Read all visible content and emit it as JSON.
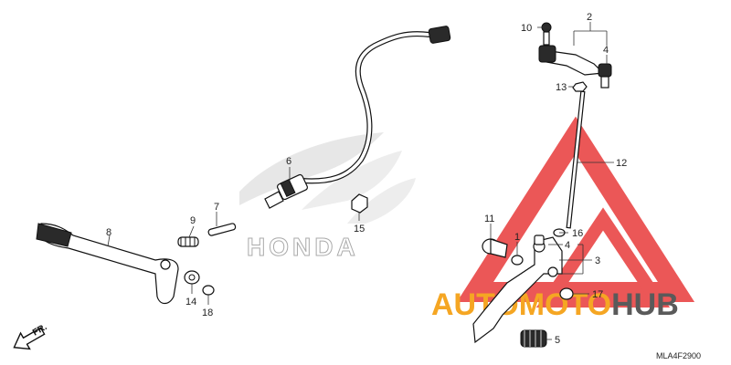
{
  "diagram": {
    "code": "MLA4F2900",
    "direction": "FR.",
    "watermark": {
      "brand": "HONDA",
      "overlay_a": "AUTO",
      "overlay_b": "MOTO",
      "overlay_c": "HUB"
    },
    "callouts": {
      "p1": "1",
      "p2": "2",
      "p3": "3",
      "p4a": "4",
      "p4b": "4",
      "p5": "5",
      "p6": "6",
      "p7": "7",
      "p8": "8",
      "p9": "9",
      "p10": "10",
      "p11": "11",
      "p12": "12",
      "p13": "13",
      "p14": "14",
      "p15": "15",
      "p16": "16",
      "p17": "17",
      "p18": "18"
    },
    "colors": {
      "overlay_red": "#e83a3a",
      "overlay_orange": "#f5a623",
      "overlay_gray": "#5a5a5a",
      "line": "#111111"
    }
  }
}
